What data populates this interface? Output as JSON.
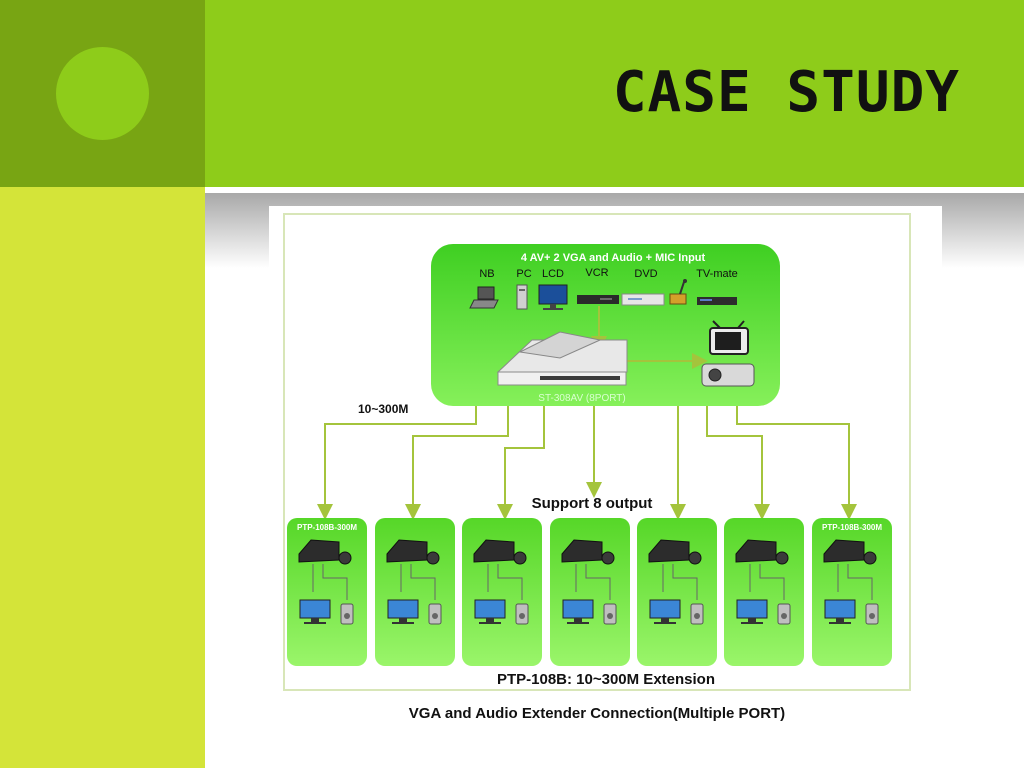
{
  "slide": {
    "title": "CASE STUDY"
  },
  "diagram": {
    "hub": {
      "heading": "4 AV+ 2 VGA and Audio + MIC Input",
      "sources": [
        "NB",
        "PC",
        "LCD",
        "VCR",
        "DVD",
        "TV-mate"
      ],
      "switch_label": "ST-308AV (8PORT)"
    },
    "range_label": "10~300M",
    "support_label": "Support 8 output",
    "receivers": [
      {
        "label": "PTP-108B-300M"
      },
      {
        "label": ""
      },
      {
        "label": ""
      },
      {
        "label": ""
      },
      {
        "label": ""
      },
      {
        "label": ""
      },
      {
        "label": "PTP-108B-300M"
      }
    ],
    "extension_label": "PTP-108B: 10~300M Extension",
    "caption": "VGA and Audio Extender Connection(Multiple PORT)",
    "colors": {
      "box_green": "#6fe63a",
      "line": "#a4c43c",
      "accent_dark": "#222222"
    }
  }
}
